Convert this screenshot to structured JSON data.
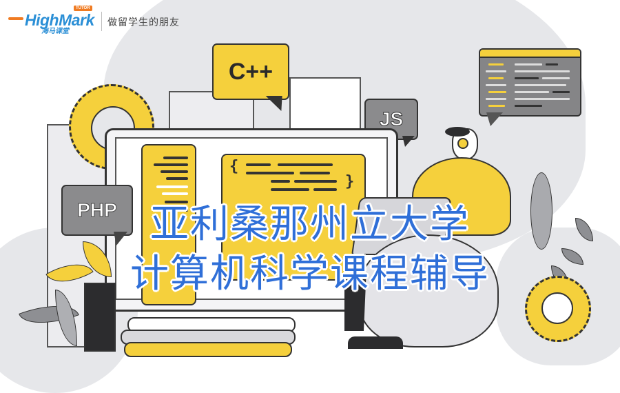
{
  "brand": {
    "logo_text": "HighMark",
    "logo_badge": "TUTOR",
    "logo_subtitle": "海马课堂",
    "slogan": "做留学生的朋友"
  },
  "colors": {
    "brand_blue": "#2b8fd6",
    "brand_orange": "#f07b22",
    "title_blue": "#2f6fd8",
    "accent_yellow": "#f5d03c",
    "neutral_gray": "#8b8b8d",
    "background_gray": "#e6e7ea"
  },
  "illustration": {
    "bubbles": [
      {
        "label": "C++",
        "color": "yellow"
      },
      {
        "label": "JS",
        "color": "gray"
      },
      {
        "label": "PHP",
        "color": "gray"
      }
    ],
    "icons": [
      "gear-icon",
      "code-window-icon",
      "monitor",
      "person-with-headphones",
      "laptop",
      "plant-leaves"
    ]
  },
  "headline": {
    "line1": "亚利桑那州立大学",
    "line2": "计算机科学课程辅导"
  }
}
